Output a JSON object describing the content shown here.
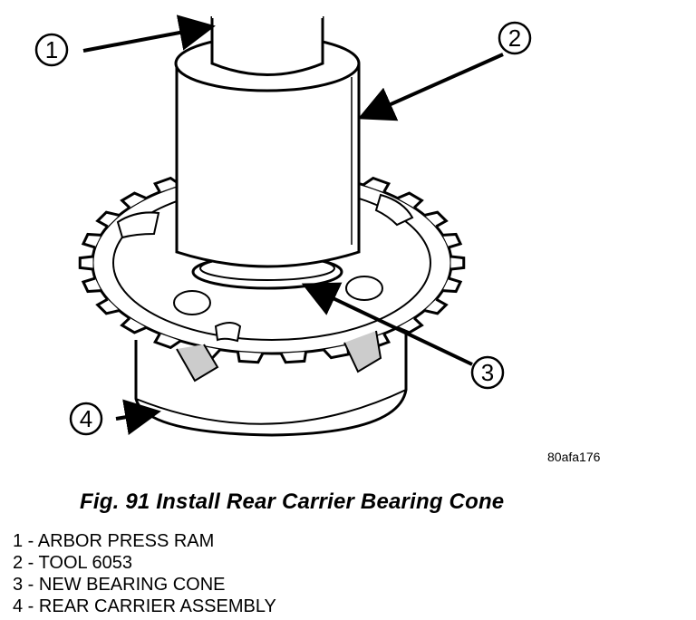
{
  "callouts": [
    {
      "number": "1",
      "label": "ARBOR PRESS RAM"
    },
    {
      "number": "2",
      "label": "TOOL 6053"
    },
    {
      "number": "3",
      "label": "NEW BEARING CONE"
    },
    {
      "number": "4",
      "label": "REAR CARRIER ASSEMBLY"
    }
  ],
  "figure_id": "80afa176",
  "caption": "Fig. 91 Install Rear Carrier Bearing Cone",
  "legend_sep": " - "
}
